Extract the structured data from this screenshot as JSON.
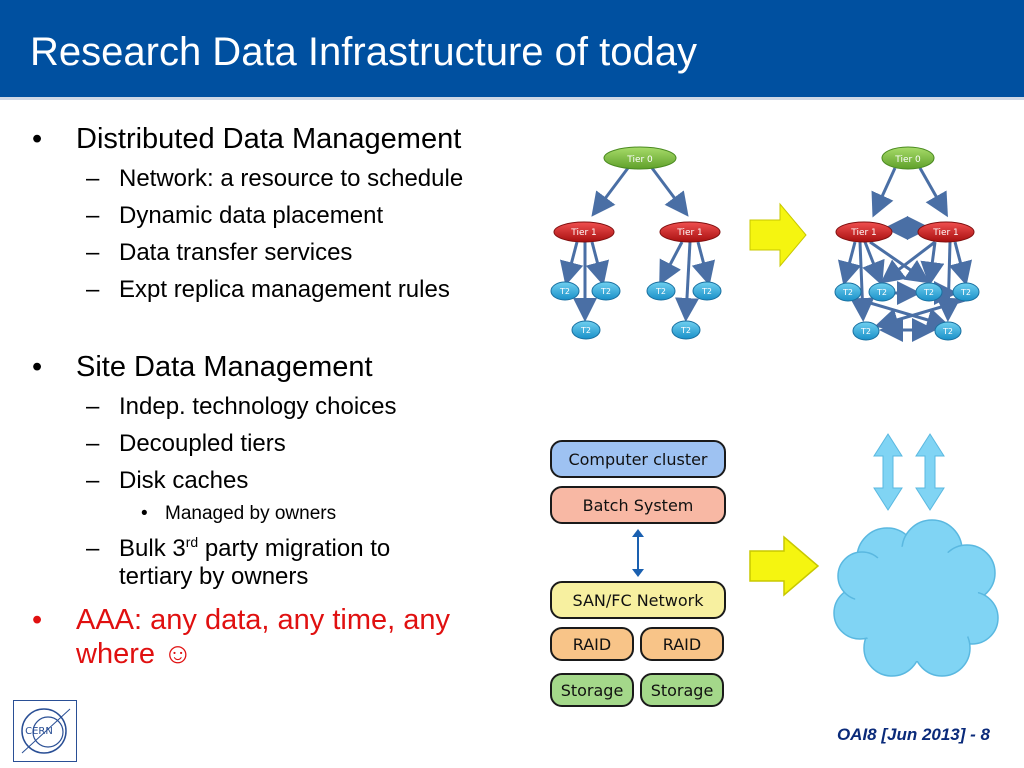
{
  "title": "Research Data Infrastructure of today",
  "bullets": {
    "section1": {
      "heading": "Distributed Data Management",
      "items": [
        "Network: a resource to schedule",
        "Dynamic data placement",
        "Data transfer services",
        "Expt replica management rules"
      ]
    },
    "section2": {
      "heading": "Site Data Management",
      "items": [
        "Indep. technology choices",
        "Decoupled tiers",
        "Disk caches"
      ],
      "subitem": "Managed by owners",
      "bulk_prefix": "Bulk 3",
      "bulk_sup": "rd",
      "bulk_suffix": " party migration to",
      "bulk_line2": "tertiary by owners"
    },
    "section3": {
      "line1": "AAA: any data, any time, any",
      "line2": "where ☺"
    }
  },
  "diagram": {
    "tier0": "Tier 0",
    "tier1": "Tier 1",
    "t2": "T2",
    "computer_cluster": "Computer cluster",
    "batch_system": "Batch System",
    "san_network": "SAN/FC Network",
    "raid": "RAID",
    "storage": "Storage"
  },
  "colors": {
    "title_bar": "#0050a0",
    "tier0": "#7cbf3a",
    "tier1": "#d02020",
    "t2": "#2aa8d8",
    "arrow": "#4a6fa5",
    "yellow_arrow": "#f5f510",
    "cloud": "#7fd0f0",
    "aaa_text": "#e01010"
  },
  "footer": {
    "reference": "OAI8 [Jun 2013] - 8"
  },
  "logo": {
    "text": "CERN"
  }
}
